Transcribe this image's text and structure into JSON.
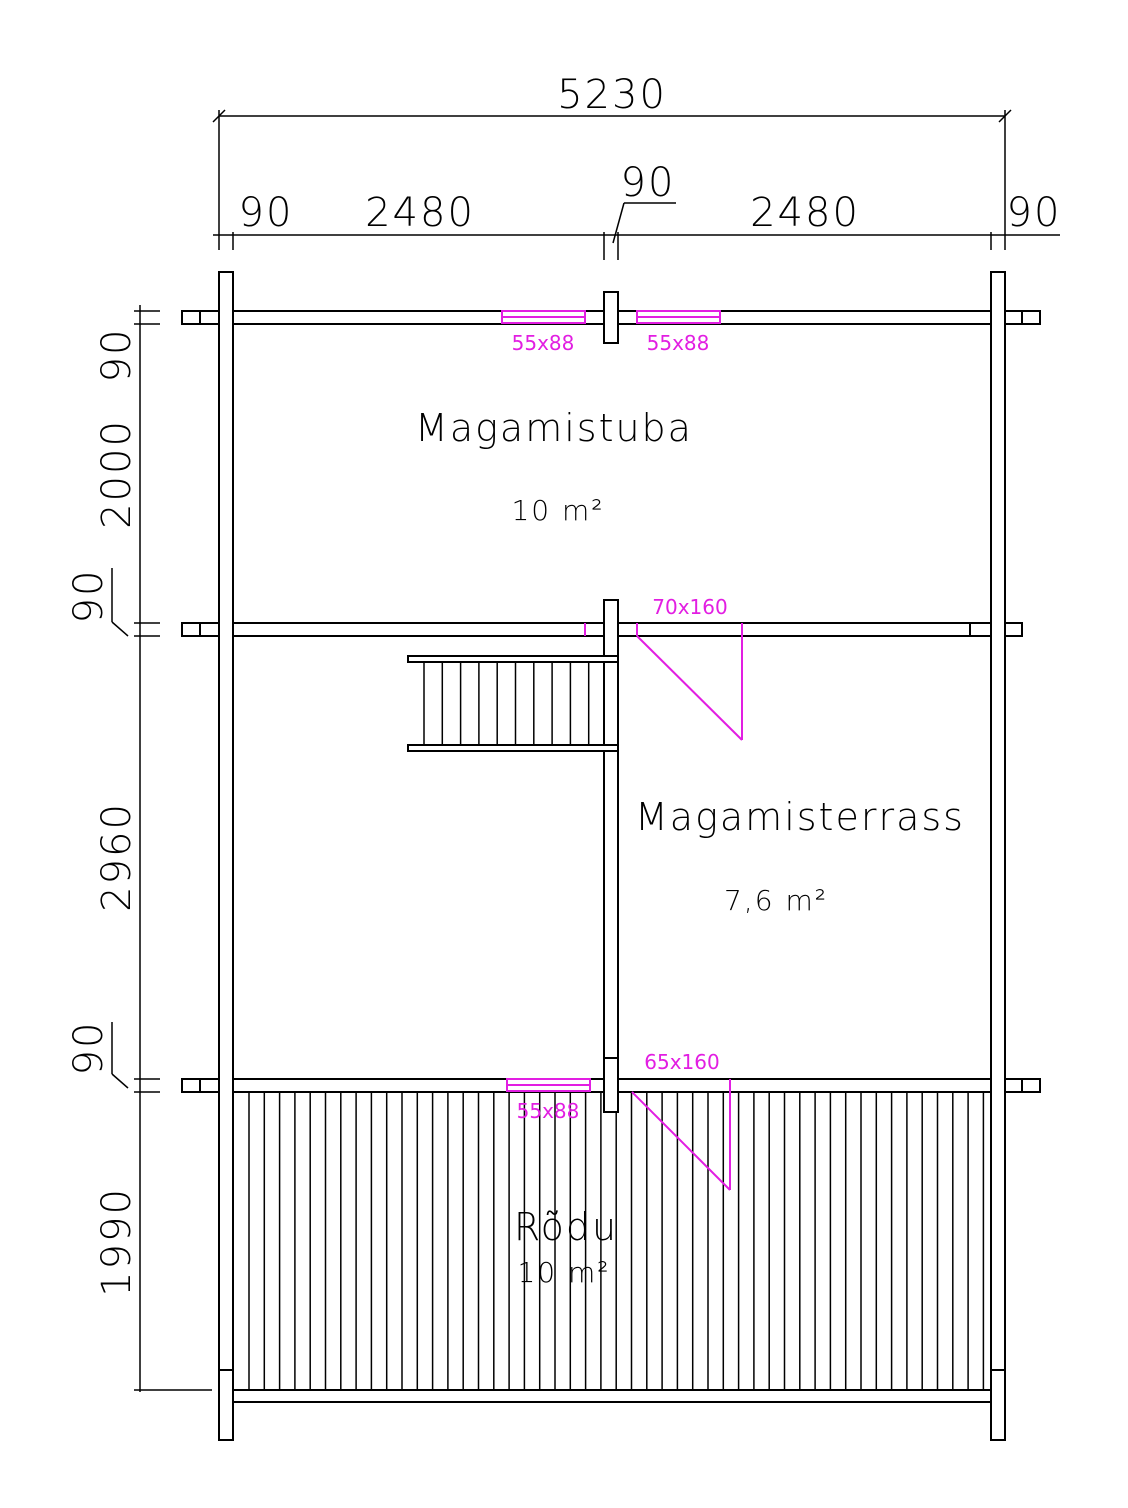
{
  "dimensions": {
    "overall_width": "5230",
    "left_wall": "90",
    "left_room": "2480",
    "middle_wall": "90",
    "right_room": "2480",
    "right_wall": "90",
    "top_wall": "90",
    "bedroom_depth": "2000",
    "upper_partition": "90",
    "terrace_depth": "2960",
    "lower_partition": "90",
    "balcony_depth": "1990"
  },
  "rooms": {
    "bedroom": {
      "name": "Magamistuba",
      "area": "10 m²"
    },
    "terrace": {
      "name": "Magamisterrass",
      "area": "7,6 m²"
    },
    "balcony": {
      "name": "Rõdu",
      "area": "10 m²"
    }
  },
  "openings": {
    "top_window_left": "55x88",
    "top_window_right": "55x88",
    "upper_door": "70x160",
    "lower_door": "65x160",
    "lower_window": "55x88"
  },
  "colors": {
    "lines": "#000000",
    "openings": "#e21ee2"
  }
}
